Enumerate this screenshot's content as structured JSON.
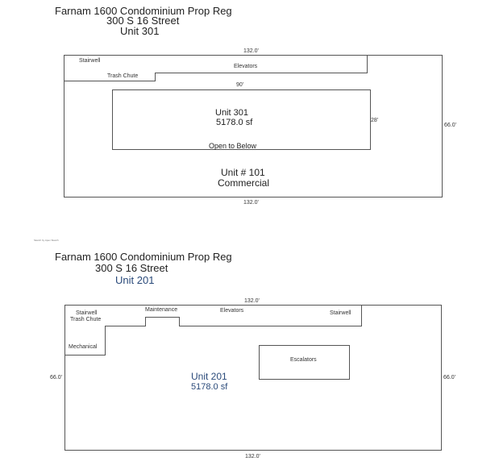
{
  "sheet1": {
    "title_line1": "Farnam 1600 Condominium Prop Reg",
    "title_line2": "300 S 16 Street",
    "title_line3": "Unit 301",
    "dim_top": "132.0'",
    "dim_bottom": "132.0'",
    "dim_right": "66.0'",
    "dim_inner_top": "90'",
    "dim_inner_right": "28'",
    "label_stairwell": "Stairwell",
    "label_elevators": "Elevators",
    "label_trash": "Trash Chute",
    "unit_name": "Unit 301",
    "unit_area": "5178.0 sf",
    "open_below": "Open to Below",
    "commercial_line1": "Unit # 101",
    "commercial_line2": "Commercial"
  },
  "tiny_note": "Sketch by Apex Sketch",
  "sheet2": {
    "title_line1": "Farnam 1600 Condominium Prop Reg",
    "title_line2": "300 S 16 Street",
    "title_line3": "Unit 201",
    "dim_top": "132.0'",
    "dim_bottom": "132.0'",
    "dim_left": "66.0'",
    "dim_right": "66.0'",
    "label_stairwell_left": "Stairwell",
    "label_trash": "Trash Chute",
    "label_maintenance": "Maintenance",
    "label_elevators": "Elevators",
    "label_stairwell_right": "Stairwell",
    "label_mechanical": "Mechanical",
    "label_escalators": "Escalators",
    "unit_name": "Unit 201",
    "unit_area": "5178.0 sf"
  }
}
